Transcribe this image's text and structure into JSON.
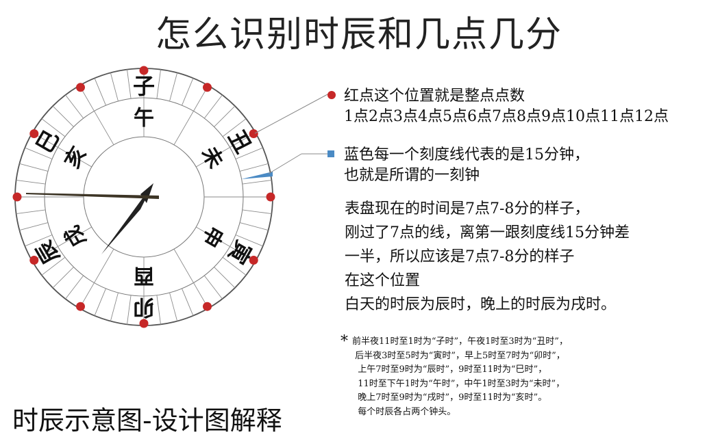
{
  "title": "怎么识别时辰和几点几分",
  "subtitle": "时辰示意图-设计图解释",
  "dial": {
    "inner_labels": [
      "午",
      "未",
      "申",
      "酉",
      "戌",
      "亥"
    ],
    "outer_labels": [
      "子",
      "丑",
      "寅",
      "卯",
      "辰",
      "巳"
    ],
    "clock_time": "7点7-8分",
    "colors": {
      "red_dot": "#c62828",
      "blue_tick": "#4a8ac4",
      "hour_hand": "#222222",
      "minute_hand": "#3d3526"
    }
  },
  "legend": {
    "red": {
      "icon": "red-dot",
      "lines": [
        "红点这个位置就是整点点数",
        "1点2点3点4点5点6点7点8点9点10点11点12点"
      ]
    },
    "blue": {
      "icon": "blue-square",
      "lines": [
        "蓝色每一个刻度线代表的是15分钟，",
        "也就是所谓的一刻钟"
      ]
    }
  },
  "explanation": [
    "表盘现在的时间是7点7-8分的样子，",
    "刚过了7点的线，离第一跟刻度线15分钟差",
    "一半，所以应该是7点7-8分的样子",
    "在这个位置",
    "白天的时辰为辰时，晚上的时辰为戌时。"
  ],
  "note": {
    "marker": "*",
    "lines": [
      "前半夜11时至1时为“子时”，午夜1时至3时为“丑时”，",
      " 后半夜3时至5时为“寅时”，早上5时至7时为“卯时”，",
      "  上午7时至9时为“辰时”，9时至11时为“巳时”，",
      "  11时至下午1时为“午时”，中午1时至3时为“未时”，",
      "  晚上7时至9时为“戌时”，9时至11时为“亥时”。",
      "  每个时辰各占两个钟头。"
    ]
  }
}
